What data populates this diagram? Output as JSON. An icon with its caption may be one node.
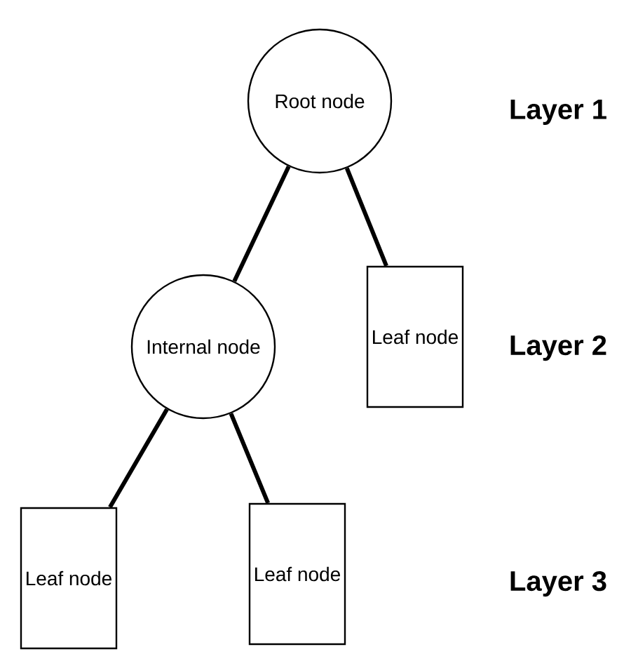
{
  "diagram": {
    "nodes": [
      {
        "text": [
          "Root node"
        ]
      },
      {
        "text": [
          "Internal node"
        ]
      },
      {
        "text": [
          "Leaf node"
        ]
      },
      {
        "text": [
          "Leaf node"
        ]
      },
      {
        "text": [
          "Leaf node"
        ]
      }
    ],
    "edges": [
      {
        "from": 0,
        "to": 1,
        "arrow": "none"
      },
      {
        "from": 0,
        "to": 2,
        "arrow": "none"
      },
      {
        "from": 1,
        "to": 3,
        "arrow": "none"
      },
      {
        "from": 1,
        "to": 4,
        "arrow": "none"
      }
    ],
    "labels": [
      "Layer 1",
      "Layer 2",
      "Layer 3"
    ]
  }
}
